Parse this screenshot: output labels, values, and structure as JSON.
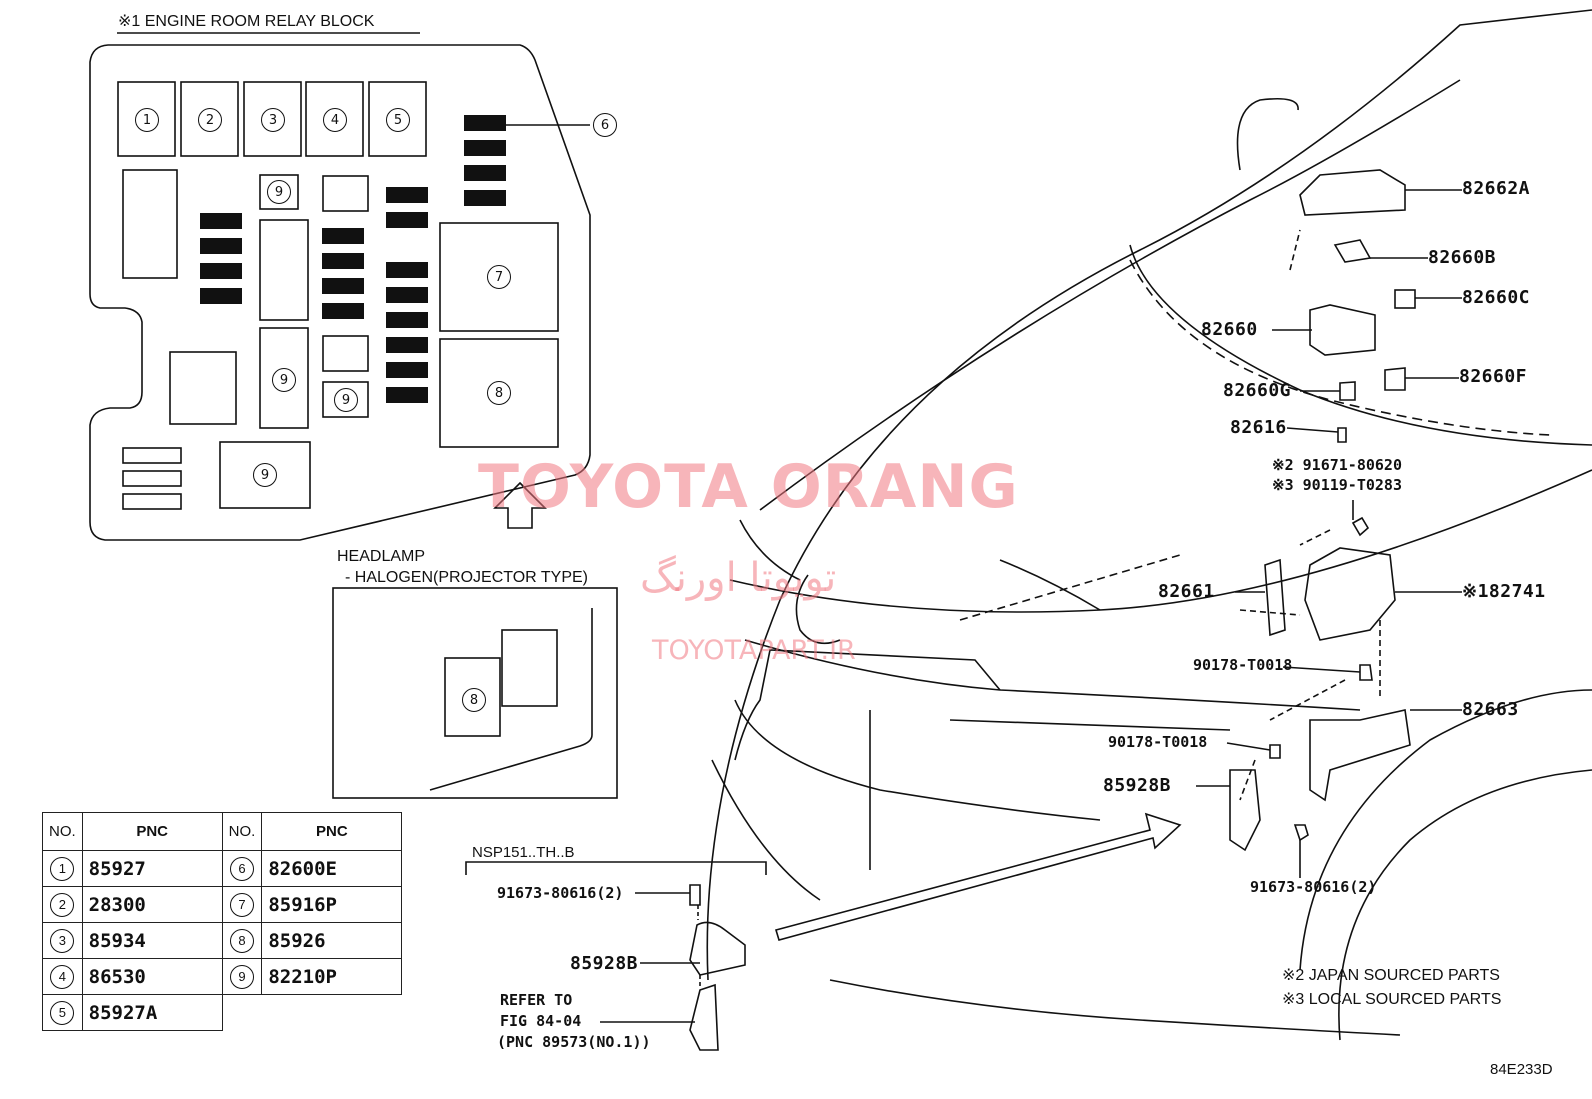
{
  "relay_block": {
    "title": "※1 ENGINE ROOM RELAY BLOCK",
    "positions": [
      "1",
      "2",
      "3",
      "4",
      "5",
      "6",
      "7",
      "8",
      "9"
    ]
  },
  "headlamp": {
    "line1": "HEADLAMP",
    "line2": "- HALOGEN(PROJECTOR TYPE)",
    "marker": "8"
  },
  "table": {
    "col_no": "NO.",
    "col_pnc": "PNC",
    "rows_left": [
      {
        "no": "1",
        "pnc": "85927"
      },
      {
        "no": "2",
        "pnc": "28300"
      },
      {
        "no": "3",
        "pnc": "85934"
      },
      {
        "no": "4",
        "pnc": "86530"
      },
      {
        "no": "5",
        "pnc": "85927A"
      }
    ],
    "rows_right": [
      {
        "no": "6",
        "pnc": "82600E"
      },
      {
        "no": "7",
        "pnc": "85916P"
      },
      {
        "no": "8",
        "pnc": "85926"
      },
      {
        "no": "9",
        "pnc": "82210P"
      }
    ]
  },
  "inset": {
    "title": "NSP151..TH..B",
    "bolt": "91673-80616(2)",
    "part": "85928B",
    "refer1": "REFER TO",
    "refer2": "FIG 84-04",
    "refer3": "(PNC 89573(NO.1))"
  },
  "callouts": {
    "p82662A": "82662A",
    "p82660B": "82660B",
    "p82660C": "82660C",
    "p82660": "82660",
    "p82660F": "82660F",
    "p82660G": "82660G",
    "p82616": "82616",
    "note2": "※2 91671-80620",
    "note3": "※3 90119-T0283",
    "p82661": "82661",
    "p82741": "※182741",
    "p90178a": "90178-T0018",
    "p82663": "82663",
    "p90178b": "90178-T0018",
    "p85928B": "85928B",
    "p91673": "91673-80616(2)"
  },
  "legend": {
    "l2": "※2  JAPAN SOURCED PARTS",
    "l3": "※3  LOCAL SOURCED PARTS"
  },
  "watermark": {
    "main": "TOYOTA ORANG",
    "persian": "تویوتا اورنگ",
    "url": "TOYOTAPART.IR"
  },
  "figure_code": "84E233D"
}
